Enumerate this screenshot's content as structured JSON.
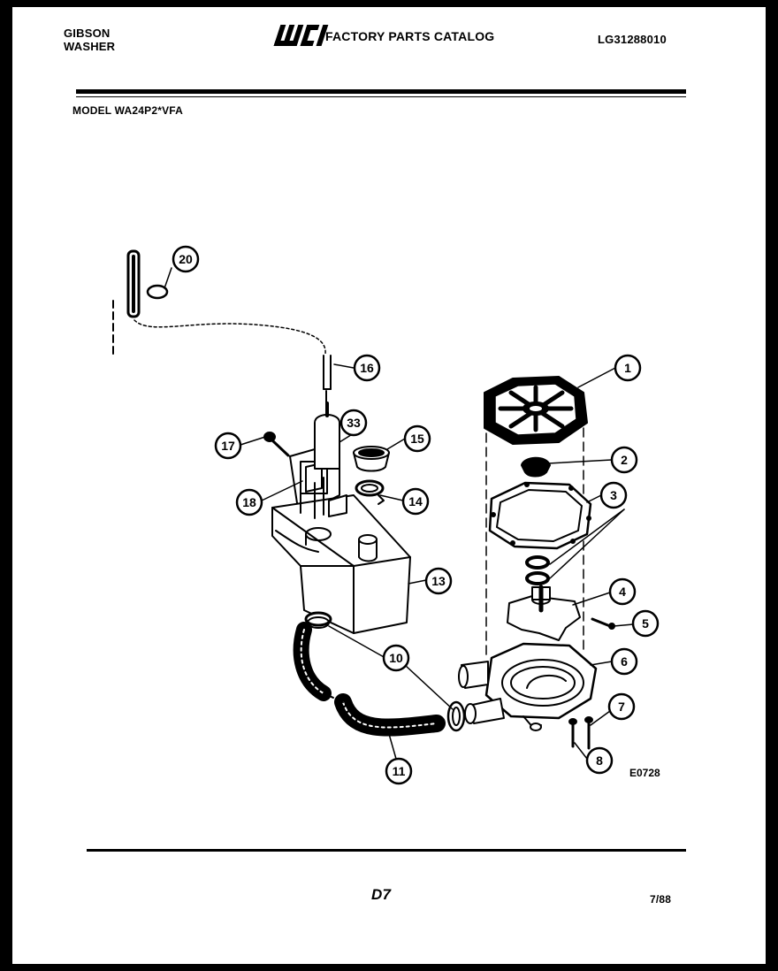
{
  "header": {
    "brand_line1": "GIBSON",
    "brand_line2": "WASHER",
    "logo_text": "WCI",
    "catalog_title": "FACTORY PARTS CATALOG",
    "catalog_number": "LG31288010",
    "model": "MODEL WA24P2*VFA"
  },
  "diagram": {
    "drawing_code": "E0728",
    "callouts": [
      "20",
      "16",
      "17",
      "33",
      "15",
      "18",
      "14",
      "13",
      "10",
      "11",
      "1",
      "2",
      "3",
      "4",
      "5",
      "6",
      "7",
      "8"
    ]
  },
  "footer": {
    "page_number": "D7",
    "date": "7/88"
  },
  "colors": {
    "ink": "#000000",
    "paper": "#ffffff",
    "border": "#000000"
  }
}
